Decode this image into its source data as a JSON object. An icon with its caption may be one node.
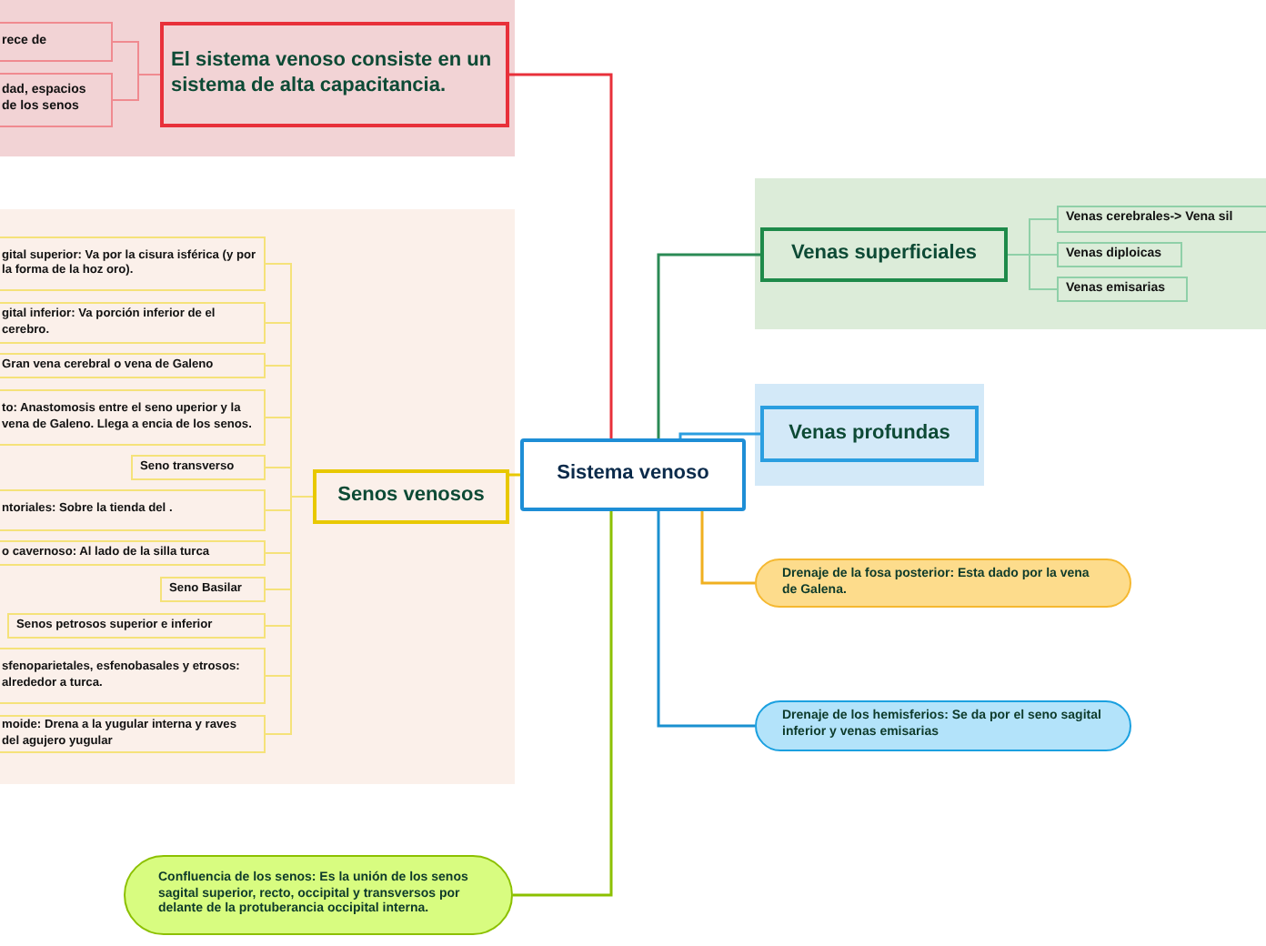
{
  "diagram": {
    "nodes": [
      {
        "text": [
          "Sistema venoso"
        ]
      },
      {
        "text": [
          "El sistema venoso consiste en un sistema de alta capacitancia."
        ]
      },
      {
        "text": [
          "rece de"
        ]
      },
      {
        "text": [
          "dad, espacios de los senos"
        ]
      },
      {
        "text": [
          "Senos venosos"
        ]
      },
      {
        "text": [
          "gital superior: Va por la cisura isférica (y por la forma de la hoz oro)."
        ]
      },
      {
        "text": [
          "gital inferior: Va porción inferior de el cerebro."
        ]
      },
      {
        "text": [
          "Gran vena cerebral o vena de Galeno"
        ]
      },
      {
        "text": [
          "to: Anastomosis entre el seno uperior y la vena de Galeno. Llega a encia de los senos."
        ]
      },
      {
        "text": [
          "Seno transverso"
        ]
      },
      {
        "text": [
          "ntoriales: Sobre la tienda del ."
        ]
      },
      {
        "text": [
          "o cavernoso: Al lado de la silla turca"
        ]
      },
      {
        "text": [
          "Seno Basilar"
        ]
      },
      {
        "text": [
          "Senos petrosos superior e inferior"
        ]
      },
      {
        "text": [
          "sfenoparietales, esfenobasales y etrosos: alrededor a turca."
        ]
      },
      {
        "text": [
          "moide: Drena a la yugular interna y raves del agujero yugular"
        ]
      },
      {
        "text": [
          "Venas superficiales"
        ]
      },
      {
        "text": [
          "Venas cerebrales-> Vena sil"
        ]
      },
      {
        "text": [
          "Venas diploicas"
        ]
      },
      {
        "text": [
          "Venas emisarias"
        ]
      },
      {
        "text": [
          "Venas profundas"
        ]
      },
      {
        "text": [
          "Drenaje de la fosa posterior: Esta dado por la vena de Galena."
        ]
      },
      {
        "text": [
          "Drenaje de los hemisferios: Se da por el seno sagital inferior y venas emisarias"
        ]
      },
      {
        "text": [
          "Confluencia de los senos: Es la unión de los senos sagital superior, recto, occipital y transversos por delante de la protuberancia occipital interna."
        ]
      }
    ],
    "edges": [
      {
        "from": 0,
        "to": 1,
        "arrow": "none",
        "color": "#e8303a"
      },
      {
        "from": 1,
        "to": 2,
        "arrow": "none",
        "color": "#f08a90"
      },
      {
        "from": 1,
        "to": 3,
        "arrow": "none",
        "color": "#f08a90"
      },
      {
        "from": 0,
        "to": 4,
        "arrow": "none",
        "color": "#e8c800"
      },
      {
        "from": 4,
        "to": 5,
        "arrow": "none",
        "color": "#f5e27a"
      },
      {
        "from": 4,
        "to": 6,
        "arrow": "none",
        "color": "#f5e27a"
      },
      {
        "from": 4,
        "to": 7,
        "arrow": "none",
        "color": "#f5e27a"
      },
      {
        "from": 4,
        "to": 8,
        "arrow": "none",
        "color": "#f5e27a"
      },
      {
        "from": 4,
        "to": 9,
        "arrow": "none",
        "color": "#f5e27a"
      },
      {
        "from": 4,
        "to": 10,
        "arrow": "none",
        "color": "#f5e27a"
      },
      {
        "from": 4,
        "to": 11,
        "arrow": "none",
        "color": "#f5e27a"
      },
      {
        "from": 4,
        "to": 12,
        "arrow": "none",
        "color": "#f5e27a"
      },
      {
        "from": 4,
        "to": 13,
        "arrow": "none",
        "color": "#f5e27a"
      },
      {
        "from": 4,
        "to": 14,
        "arrow": "none",
        "color": "#f5e27a"
      },
      {
        "from": 4,
        "to": 15,
        "arrow": "none",
        "color": "#f5e27a"
      },
      {
        "from": 0,
        "to": 16,
        "arrow": "none",
        "color": "#2a8a55"
      },
      {
        "from": 16,
        "to": 17,
        "arrow": "none",
        "color": "#8fd0a8"
      },
      {
        "from": 16,
        "to": 18,
        "arrow": "none",
        "color": "#8fd0a8"
      },
      {
        "from": 16,
        "to": 19,
        "arrow": "none",
        "color": "#8fd0a8"
      },
      {
        "from": 0,
        "to": 20,
        "arrow": "none",
        "color": "#2a9ee0"
      },
      {
        "from": 0,
        "to": 21,
        "arrow": "none",
        "color": "#f0b020"
      },
      {
        "from": 0,
        "to": 22,
        "arrow": "none",
        "color": "#1a90d0"
      },
      {
        "from": 0,
        "to": 23,
        "arrow": "none",
        "color": "#8cc000"
      }
    ]
  }
}
